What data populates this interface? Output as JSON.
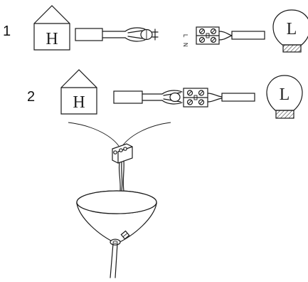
{
  "steps": [
    {
      "number": "1",
      "house_letter": "H",
      "lamp_letter": "L",
      "terminal_marks": [
        "L",
        "N"
      ]
    },
    {
      "number": "2",
      "house_letter": "H",
      "lamp_letter": "L"
    }
  ],
  "colors": {
    "line": "#1a1a1a",
    "background": "#ffffff"
  }
}
